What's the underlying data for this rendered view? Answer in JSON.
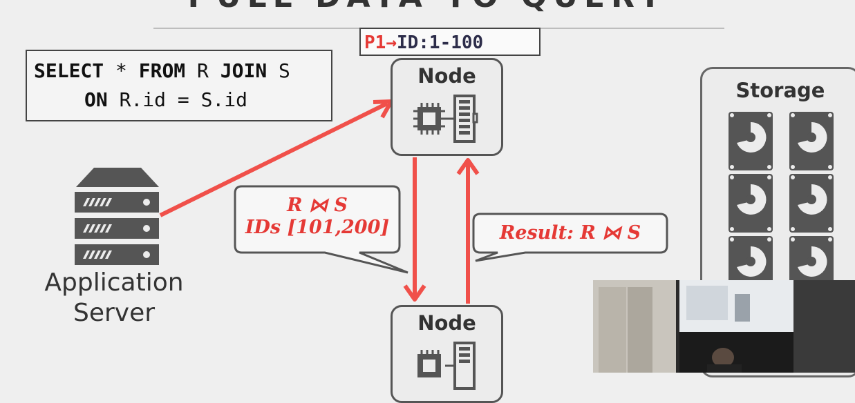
{
  "slide": {
    "title": "PULL DATA TO QUERY"
  },
  "query": {
    "line1": {
      "kw_select": "SELECT",
      "star": " * ",
      "kw_from": "FROM",
      "r": " R ",
      "kw_join": "JOIN",
      "s": " S"
    },
    "line2": {
      "kw_on": "ON",
      "cond": " R.id = S.id"
    }
  },
  "partition": {
    "prefix": "P1→",
    "range": "ID:1-100"
  },
  "nodes": {
    "top_label": "Node",
    "bottom_label": "Node"
  },
  "storage": {
    "label": "Storage"
  },
  "app_server": {
    "line1": "Application",
    "line2": "Server"
  },
  "bubbles": {
    "request_line1": "R ⋈ S",
    "request_line2": "IDs [101,200]",
    "result": "Result: R ⋈ S"
  },
  "colors": {
    "accent_red": "#f0504a",
    "text_red": "#e53935",
    "border_gray": "#555555",
    "background": "#efefef"
  },
  "icons": [
    "cpu-icon",
    "memory-icon",
    "hard-disk-icon",
    "server-rack-icon"
  ]
}
